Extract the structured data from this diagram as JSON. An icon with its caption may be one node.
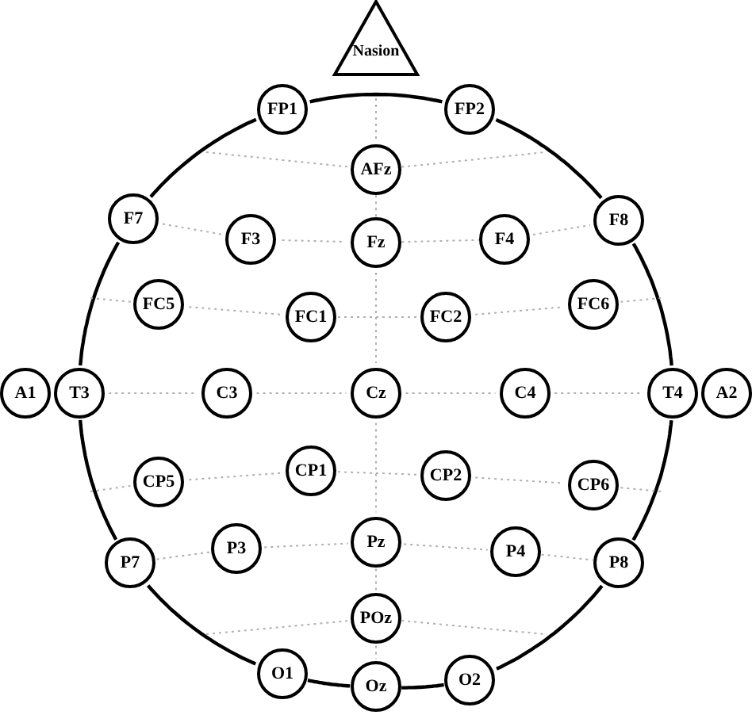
{
  "diagram": {
    "nodes": [
      {
        "text": [
          "Nasion"
        ]
      },
      {
        "text": [
          "FP1"
        ]
      },
      {
        "text": [
          "FP2"
        ]
      },
      {
        "text": [
          "AFz"
        ]
      },
      {
        "text": [
          "F7"
        ]
      },
      {
        "text": [
          "F3"
        ]
      },
      {
        "text": [
          "Fz"
        ]
      },
      {
        "text": [
          "F4"
        ]
      },
      {
        "text": [
          "F8"
        ]
      },
      {
        "text": [
          "FC5"
        ]
      },
      {
        "text": [
          "FC1"
        ]
      },
      {
        "text": [
          "FC2"
        ]
      },
      {
        "text": [
          "FC6"
        ]
      },
      {
        "text": [
          "A1"
        ]
      },
      {
        "text": [
          "T3"
        ]
      },
      {
        "text": [
          "C3"
        ]
      },
      {
        "text": [
          "Cz"
        ]
      },
      {
        "text": [
          "C4"
        ]
      },
      {
        "text": [
          "T4"
        ]
      },
      {
        "text": [
          "A2"
        ]
      },
      {
        "text": [
          "CP5"
        ]
      },
      {
        "text": [
          "CP1"
        ]
      },
      {
        "text": [
          "CP2"
        ]
      },
      {
        "text": [
          "CP6"
        ]
      },
      {
        "text": [
          "P7"
        ]
      },
      {
        "text": [
          "P3"
        ]
      },
      {
        "text": [
          "Pz"
        ]
      },
      {
        "text": [
          "P4"
        ]
      },
      {
        "text": [
          "P8"
        ]
      },
      {
        "text": [
          "POz"
        ]
      },
      {
        "text": [
          "O1"
        ]
      },
      {
        "text": [
          "Oz"
        ]
      },
      {
        "text": [
          "O2"
        ]
      }
    ],
    "edges": [
      {
        "from": 1,
        "to": 2,
        "arrow": "none",
        "color": "#000000"
      },
      {
        "from": 1,
        "to": 4,
        "arrow": "none",
        "color": "#000000"
      },
      {
        "from": 4,
        "to": 14,
        "arrow": "none",
        "color": "#000000"
      },
      {
        "from": 14,
        "to": 24,
        "arrow": "none",
        "color": "#000000"
      },
      {
        "from": 24,
        "to": 30,
        "arrow": "none",
        "color": "#000000"
      },
      {
        "from": 30,
        "to": 31,
        "arrow": "none",
        "color": "#000000"
      },
      {
        "from": 31,
        "to": 32,
        "arrow": "none",
        "color": "#000000"
      },
      {
        "from": 32,
        "to": 28,
        "arrow": "none",
        "color": "#000000"
      },
      {
        "from": 28,
        "to": 18,
        "arrow": "none",
        "color": "#000000"
      },
      {
        "from": 18,
        "to": 8,
        "arrow": "none",
        "color": "#000000"
      },
      {
        "from": 8,
        "to": 2,
        "arrow": "none",
        "color": "#000000"
      },
      {
        "from": null,
        "to": 3,
        "arrow": "none",
        "style": "dashed"
      },
      {
        "from": null,
        "to": 3,
        "arrow": "none",
        "style": "dashed"
      },
      {
        "from": 3,
        "to": null,
        "arrow": "none",
        "style": "dashed"
      },
      {
        "from": 3,
        "to": 6,
        "arrow": "none",
        "style": "dashed"
      },
      {
        "from": 4,
        "to": 5,
        "arrow": "none",
        "style": "dashed"
      },
      {
        "from": 5,
        "to": 6,
        "arrow": "none",
        "style": "dashed"
      },
      {
        "from": 6,
        "to": 7,
        "arrow": "none",
        "style": "dashed"
      },
      {
        "from": 7,
        "to": 8,
        "arrow": "none",
        "style": "dashed"
      },
      {
        "from": null,
        "to": 9,
        "arrow": "none",
        "style": "dashed"
      },
      {
        "from": 9,
        "to": 10,
        "arrow": "none",
        "style": "dashed"
      },
      {
        "from": 10,
        "to": 11,
        "arrow": "none",
        "style": "dashed"
      },
      {
        "from": 11,
        "to": 12,
        "arrow": "none",
        "style": "dashed"
      },
      {
        "from": 12,
        "to": null,
        "arrow": "none",
        "style": "dashed"
      },
      {
        "from": 6,
        "to": 16,
        "arrow": "none",
        "style": "dashed"
      },
      {
        "from": 14,
        "to": 15,
        "arrow": "none",
        "style": "dashed"
      },
      {
        "from": 15,
        "to": 16,
        "arrow": "none",
        "style": "dashed"
      },
      {
        "from": 16,
        "to": 17,
        "arrow": "none",
        "style": "dashed"
      },
      {
        "from": 17,
        "to": 18,
        "arrow": "none",
        "style": "dashed"
      },
      {
        "from": null,
        "to": 20,
        "arrow": "none",
        "style": "dashed"
      },
      {
        "from": 20,
        "to": 21,
        "arrow": "none",
        "style": "dashed"
      },
      {
        "from": 21,
        "to": 22,
        "arrow": "none",
        "style": "dashed"
      },
      {
        "from": 22,
        "to": 23,
        "arrow": "none",
        "style": "dashed"
      },
      {
        "from": 23,
        "to": null,
        "arrow": "none",
        "style": "dashed"
      },
      {
        "from": 16,
        "to": 26,
        "arrow": "none",
        "style": "dashed"
      },
      {
        "from": 24,
        "to": 25,
        "arrow": "none",
        "style": "dashed"
      },
      {
        "from": 25,
        "to": 26,
        "arrow": "none",
        "style": "dashed"
      },
      {
        "from": 26,
        "to": 27,
        "arrow": "none",
        "style": "dashed"
      },
      {
        "from": 27,
        "to": 28,
        "arrow": "none",
        "style": "dashed"
      },
      {
        "from": 26,
        "to": 29,
        "arrow": "none",
        "style": "dashed"
      },
      {
        "from": null,
        "to": 29,
        "arrow": "none",
        "style": "dashed"
      },
      {
        "from": 29,
        "to": null,
        "arrow": "none",
        "style": "dashed"
      },
      {
        "from": 29,
        "to": 31,
        "arrow": "none",
        "style": "dashed"
      }
    ]
  }
}
